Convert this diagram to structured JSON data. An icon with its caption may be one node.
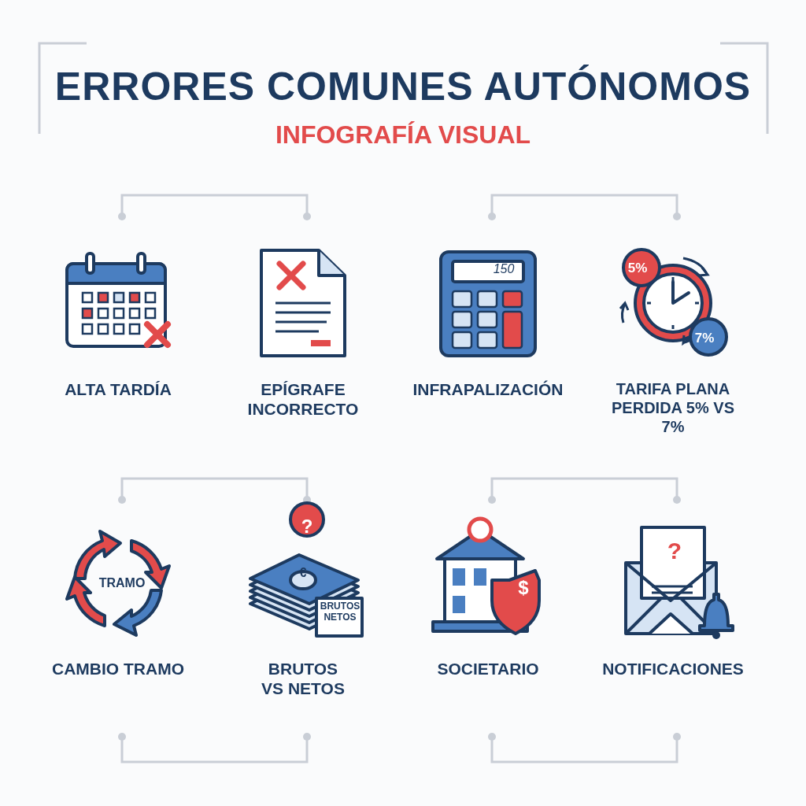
{
  "diagram": {
    "title": "ERRORES COMUNES AUTÓNOMOS",
    "labels": [
      "INFOGRAFÍA VISUAL",
      "ALTA TARDÍA",
      "EPÍGRAFE INCORRECTO",
      "150",
      "INFRAPALIZACIÓN",
      "5%",
      "7%",
      "TARIFA PLANA PERDIDA 5% VS 7%",
      "TRAMO",
      "CAMBIO TRAMO",
      "?",
      "€",
      "BRUTOS NETOS",
      "BRUTOS VS NETOS",
      "$",
      "SOCIETARIO",
      "?",
      "NOTIFICACIONES"
    ]
  }
}
